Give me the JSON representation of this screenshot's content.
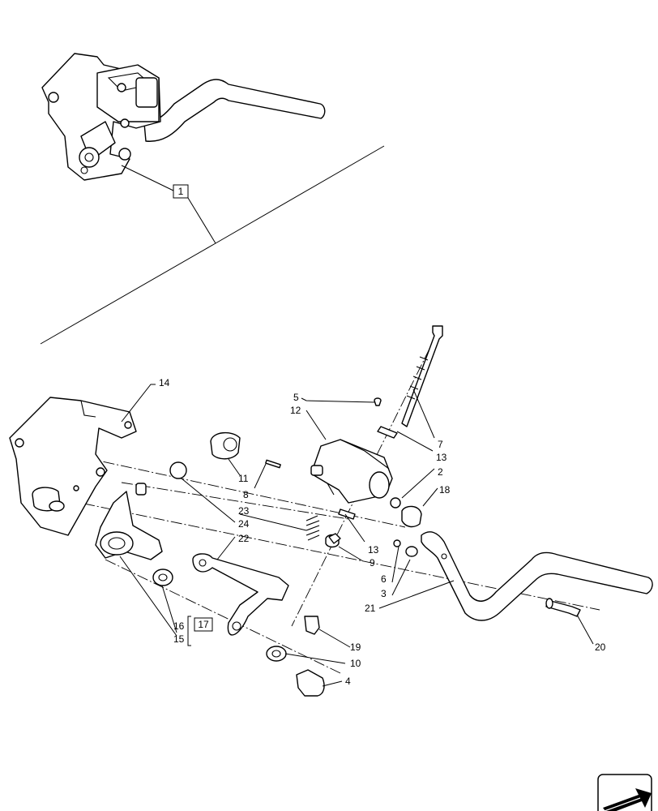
{
  "diagram": {
    "kit_callout": "1",
    "subkit_callout": "17",
    "callouts": {
      "c2": "2",
      "c3": "3",
      "c4": "4",
      "c5": "5",
      "c6": "6",
      "c7": "7",
      "c8": "8",
      "c9": "9",
      "c10": "10",
      "c11": "11",
      "c12": "12",
      "c13a": "13",
      "c13b": "13",
      "c14": "14",
      "c15": "15",
      "c16": "16",
      "c18": "18",
      "c19": "19",
      "c20": "20",
      "c21": "21",
      "c22": "22",
      "c23": "23",
      "c24": "24"
    }
  },
  "nav": {
    "icon": "next-page-arrow-icon"
  }
}
